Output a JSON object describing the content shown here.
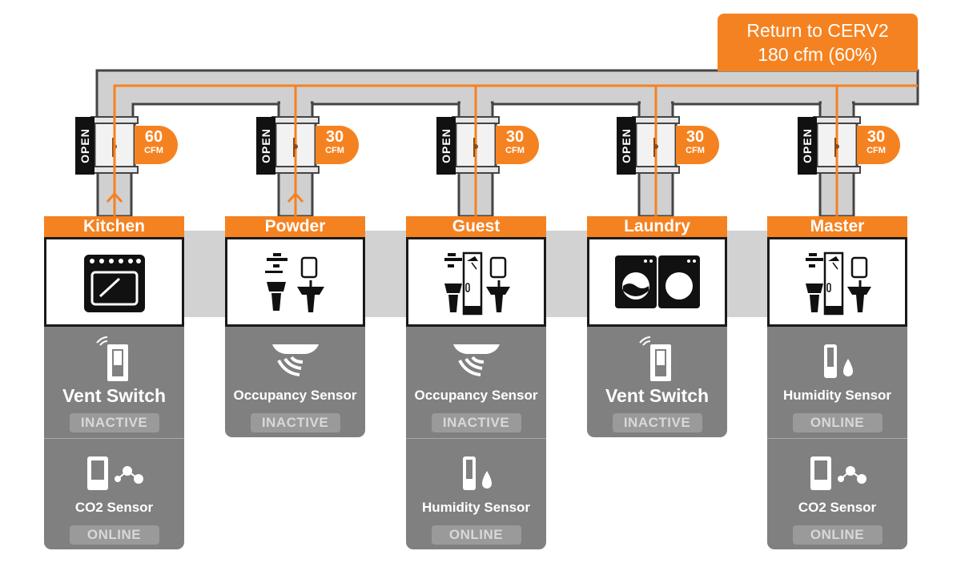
{
  "return_label": {
    "line1": "Return to CERV2",
    "line2": "180 cfm (60%)"
  },
  "colors": {
    "accent": "#f58220",
    "duct": "#d0d0d0",
    "duct_border": "#444444",
    "panel": "#808080"
  },
  "rooms": [
    {
      "name": "Kitchen",
      "damper": "OPEN",
      "cfm": "60",
      "cfm_unit": "CFM",
      "flow_arrow": true,
      "icon": "oven-icon",
      "sensors": [
        {
          "name": "Vent Switch",
          "status": "INACTIVE",
          "icon": "vent-switch-icon"
        },
        {
          "name": "CO2 Sensor",
          "status": "ONLINE",
          "icon": "co2-sensor-icon"
        }
      ]
    },
    {
      "name": "Powder",
      "damper": "OPEN",
      "cfm": "30",
      "cfm_unit": "CFM",
      "flow_arrow": true,
      "icon": "half-bath-icon",
      "sensors": [
        {
          "name": "Occupancy Sensor",
          "status": "INACTIVE",
          "icon": "occupancy-sensor-icon"
        }
      ]
    },
    {
      "name": "Guest",
      "damper": "OPEN",
      "cfm": "30",
      "cfm_unit": "CFM",
      "flow_arrow": false,
      "icon": "full-bath-icon",
      "sensors": [
        {
          "name": "Occupancy Sensor",
          "status": "INACTIVE",
          "icon": "occupancy-sensor-icon"
        },
        {
          "name": "Humidity Sensor",
          "status": "ONLINE",
          "icon": "humidity-sensor-icon"
        }
      ]
    },
    {
      "name": "Laundry",
      "damper": "OPEN",
      "cfm": "30",
      "cfm_unit": "CFM",
      "flow_arrow": false,
      "icon": "washer-dryer-icon",
      "sensors": [
        {
          "name": "Vent Switch",
          "status": "INACTIVE",
          "icon": "vent-switch-icon"
        }
      ]
    },
    {
      "name": "Master",
      "damper": "OPEN",
      "cfm": "30",
      "cfm_unit": "CFM",
      "flow_arrow": false,
      "icon": "full-bath-icon",
      "sensors": [
        {
          "name": "Humidity Sensor",
          "status": "ONLINE",
          "icon": "humidity-sensor-icon"
        },
        {
          "name": "CO2 Sensor",
          "status": "ONLINE",
          "icon": "co2-sensor-icon"
        }
      ]
    }
  ]
}
